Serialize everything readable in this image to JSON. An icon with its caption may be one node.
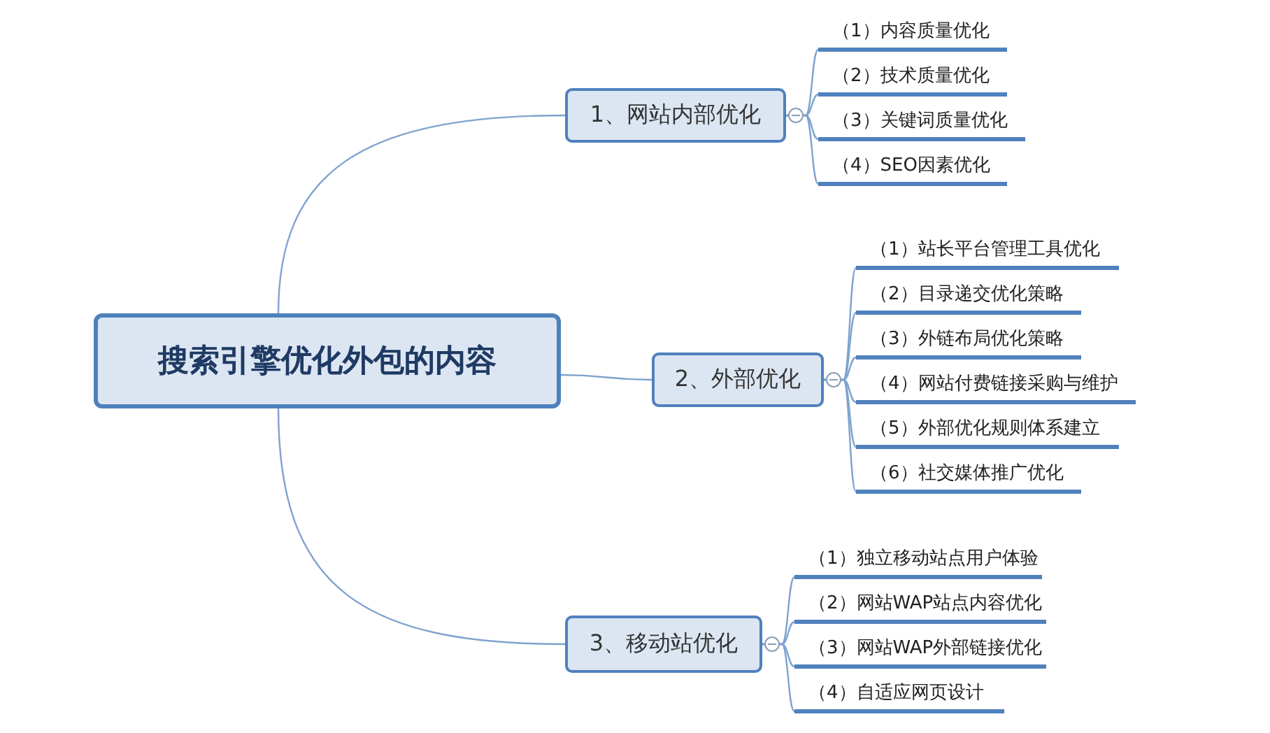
{
  "diagram": {
    "nodes": [
      {
        "text": [
          "搜索引擎优化外包的内容"
        ]
      },
      {
        "text": [
          "1、网站内部优化"
        ]
      },
      {
        "text": [
          "（1）内容质量优化"
        ]
      },
      {
        "text": [
          "（2）技术质量优化"
        ]
      },
      {
        "text": [
          "（3）关键词质量优化"
        ]
      },
      {
        "text": [
          "（4）SEO因素优化"
        ]
      },
      {
        "text": [
          "2、外部优化"
        ]
      },
      {
        "text": [
          "（1）站长平台管理工具优化"
        ]
      },
      {
        "text": [
          "（2）目录递交优化策略"
        ]
      },
      {
        "text": [
          "（3）外链布局优化策略"
        ]
      },
      {
        "text": [
          "（4）网站付费链接采购与维护"
        ]
      },
      {
        "text": [
          "（5）外部优化规则体系建立"
        ]
      },
      {
        "text": [
          "（6）社交媒体推广优化"
        ]
      },
      {
        "text": [
          "3、移动站优化"
        ]
      },
      {
        "text": [
          "（1）独立移动站点用户体验"
        ]
      },
      {
        "text": [
          "（2）网站WAP站点内容优化"
        ]
      },
      {
        "text": [
          "（3）网站WAP外部链接优化"
        ]
      },
      {
        "text": [
          "（4）自适应网页设计"
        ]
      }
    ],
    "edges": [
      {
        "from": 0,
        "to": 1,
        "arrow": "none"
      },
      {
        "from": 1,
        "to": 2,
        "arrow": "none"
      },
      {
        "from": 1,
        "to": 3,
        "arrow": "none"
      },
      {
        "from": 1,
        "to": 4,
        "arrow": "none"
      },
      {
        "from": 1,
        "to": 5,
        "arrow": "none"
      },
      {
        "from": 0,
        "to": 6,
        "arrow": "none"
      },
      {
        "from": 6,
        "to": 7,
        "arrow": "none"
      },
      {
        "from": 6,
        "to": 8,
        "arrow": "none"
      },
      {
        "from": 6,
        "to": 9,
        "arrow": "none"
      },
      {
        "from": 6,
        "to": 10,
        "arrow": "none"
      },
      {
        "from": 6,
        "to": 11,
        "arrow": "none"
      },
      {
        "from": 6,
        "to": 12,
        "arrow": "none"
      },
      {
        "from": 0,
        "to": 13,
        "arrow": "none"
      },
      {
        "from": 13,
        "to": 14,
        "arrow": "none"
      },
      {
        "from": 13,
        "to": 15,
        "arrow": "none"
      },
      {
        "from": 13,
        "to": 16,
        "arrow": "none"
      },
      {
        "from": 13,
        "to": 17,
        "arrow": "none"
      }
    ]
  }
}
